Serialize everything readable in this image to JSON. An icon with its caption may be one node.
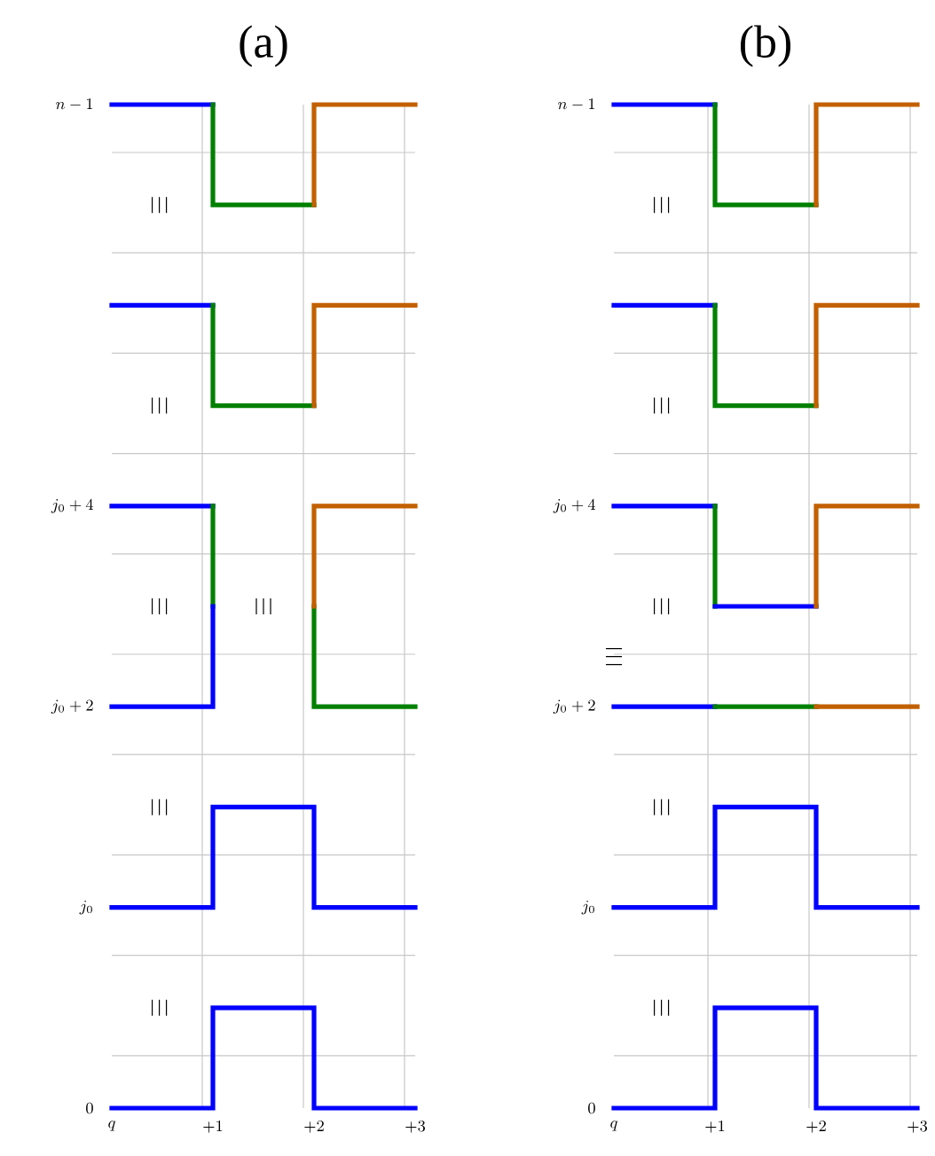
{
  "diagram": {
    "labels": [
      "(a)",
      "(b)",
      "n-1",
      "j_0+4",
      "j_0+2",
      "j_0",
      "0",
      "q",
      "+1",
      "+2",
      "+3",
      "n-1",
      "j_0+4",
      "j_0+2",
      "j_0",
      "0",
      "q",
      "+1",
      "+2",
      "+3"
    ]
  }
}
